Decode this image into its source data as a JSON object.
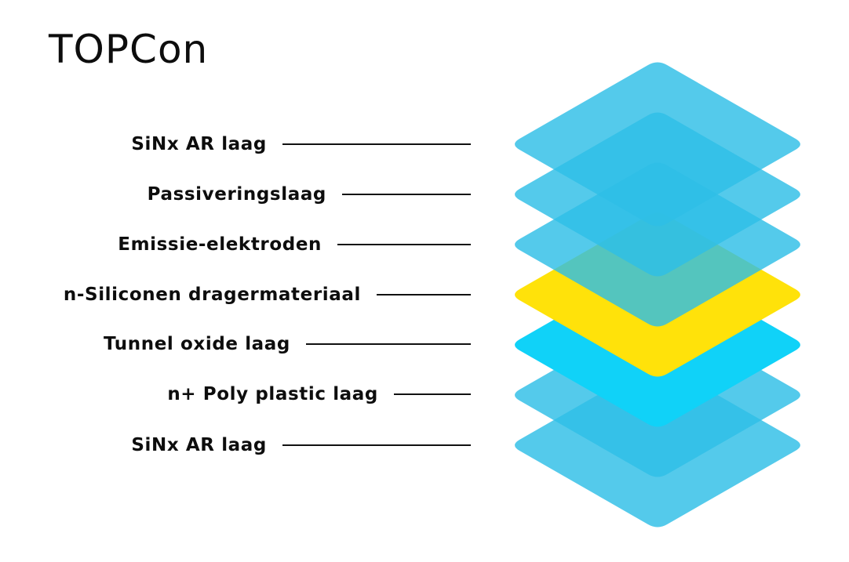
{
  "title": "TOPCon",
  "layers": [
    {
      "label": "SiNx AR laag",
      "color": "#2ebee6",
      "opacity": 0.82
    },
    {
      "label": "Passiveringslaag",
      "color": "#2ebee6",
      "opacity": 0.82
    },
    {
      "label": "Emissie-elektroden",
      "color": "#2ebee6",
      "opacity": 0.82
    },
    {
      "label": "n-Siliconen dragermateriaal",
      "color": "#ffe20a",
      "opacity": 1
    },
    {
      "label": "Tunnel oxide laag",
      "color": "#10d2f8",
      "opacity": 1
    },
    {
      "label": "n+ Poly plastic laag",
      "color": "#2ebee6",
      "opacity": 0.82
    },
    {
      "label": "SiNx AR laag",
      "color": "#2ebee6",
      "opacity": 0.82
    }
  ]
}
